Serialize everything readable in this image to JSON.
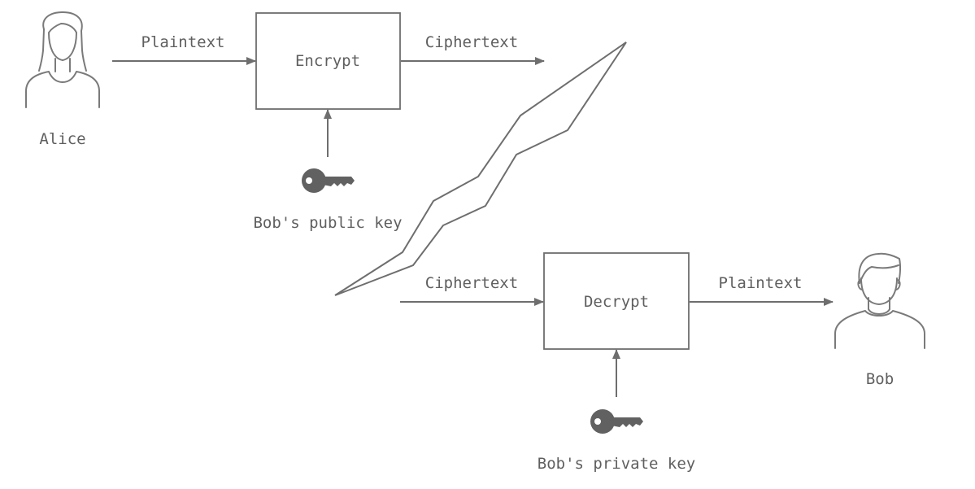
{
  "actors": {
    "sender": "Alice",
    "receiver": "Bob"
  },
  "steps": {
    "encrypt": "Encrypt",
    "decrypt": "Decrypt"
  },
  "flow_labels": {
    "plaintext_in": "Plaintext",
    "ciphertext_out": "Ciphertext",
    "ciphertext_in": "Ciphertext",
    "plaintext_out": "Plaintext"
  },
  "keys": {
    "public_key": "Bob's public key",
    "private_key": "Bob's private key"
  },
  "icons": {
    "alice": "woman-avatar-icon",
    "bob": "man-avatar-icon",
    "public_key": "key-icon",
    "private_key": "key-icon",
    "channel": "lightning-channel-icon"
  },
  "colors": {
    "stroke": "#6e6e6e",
    "text": "#5f5f5f",
    "key": "#616161"
  }
}
